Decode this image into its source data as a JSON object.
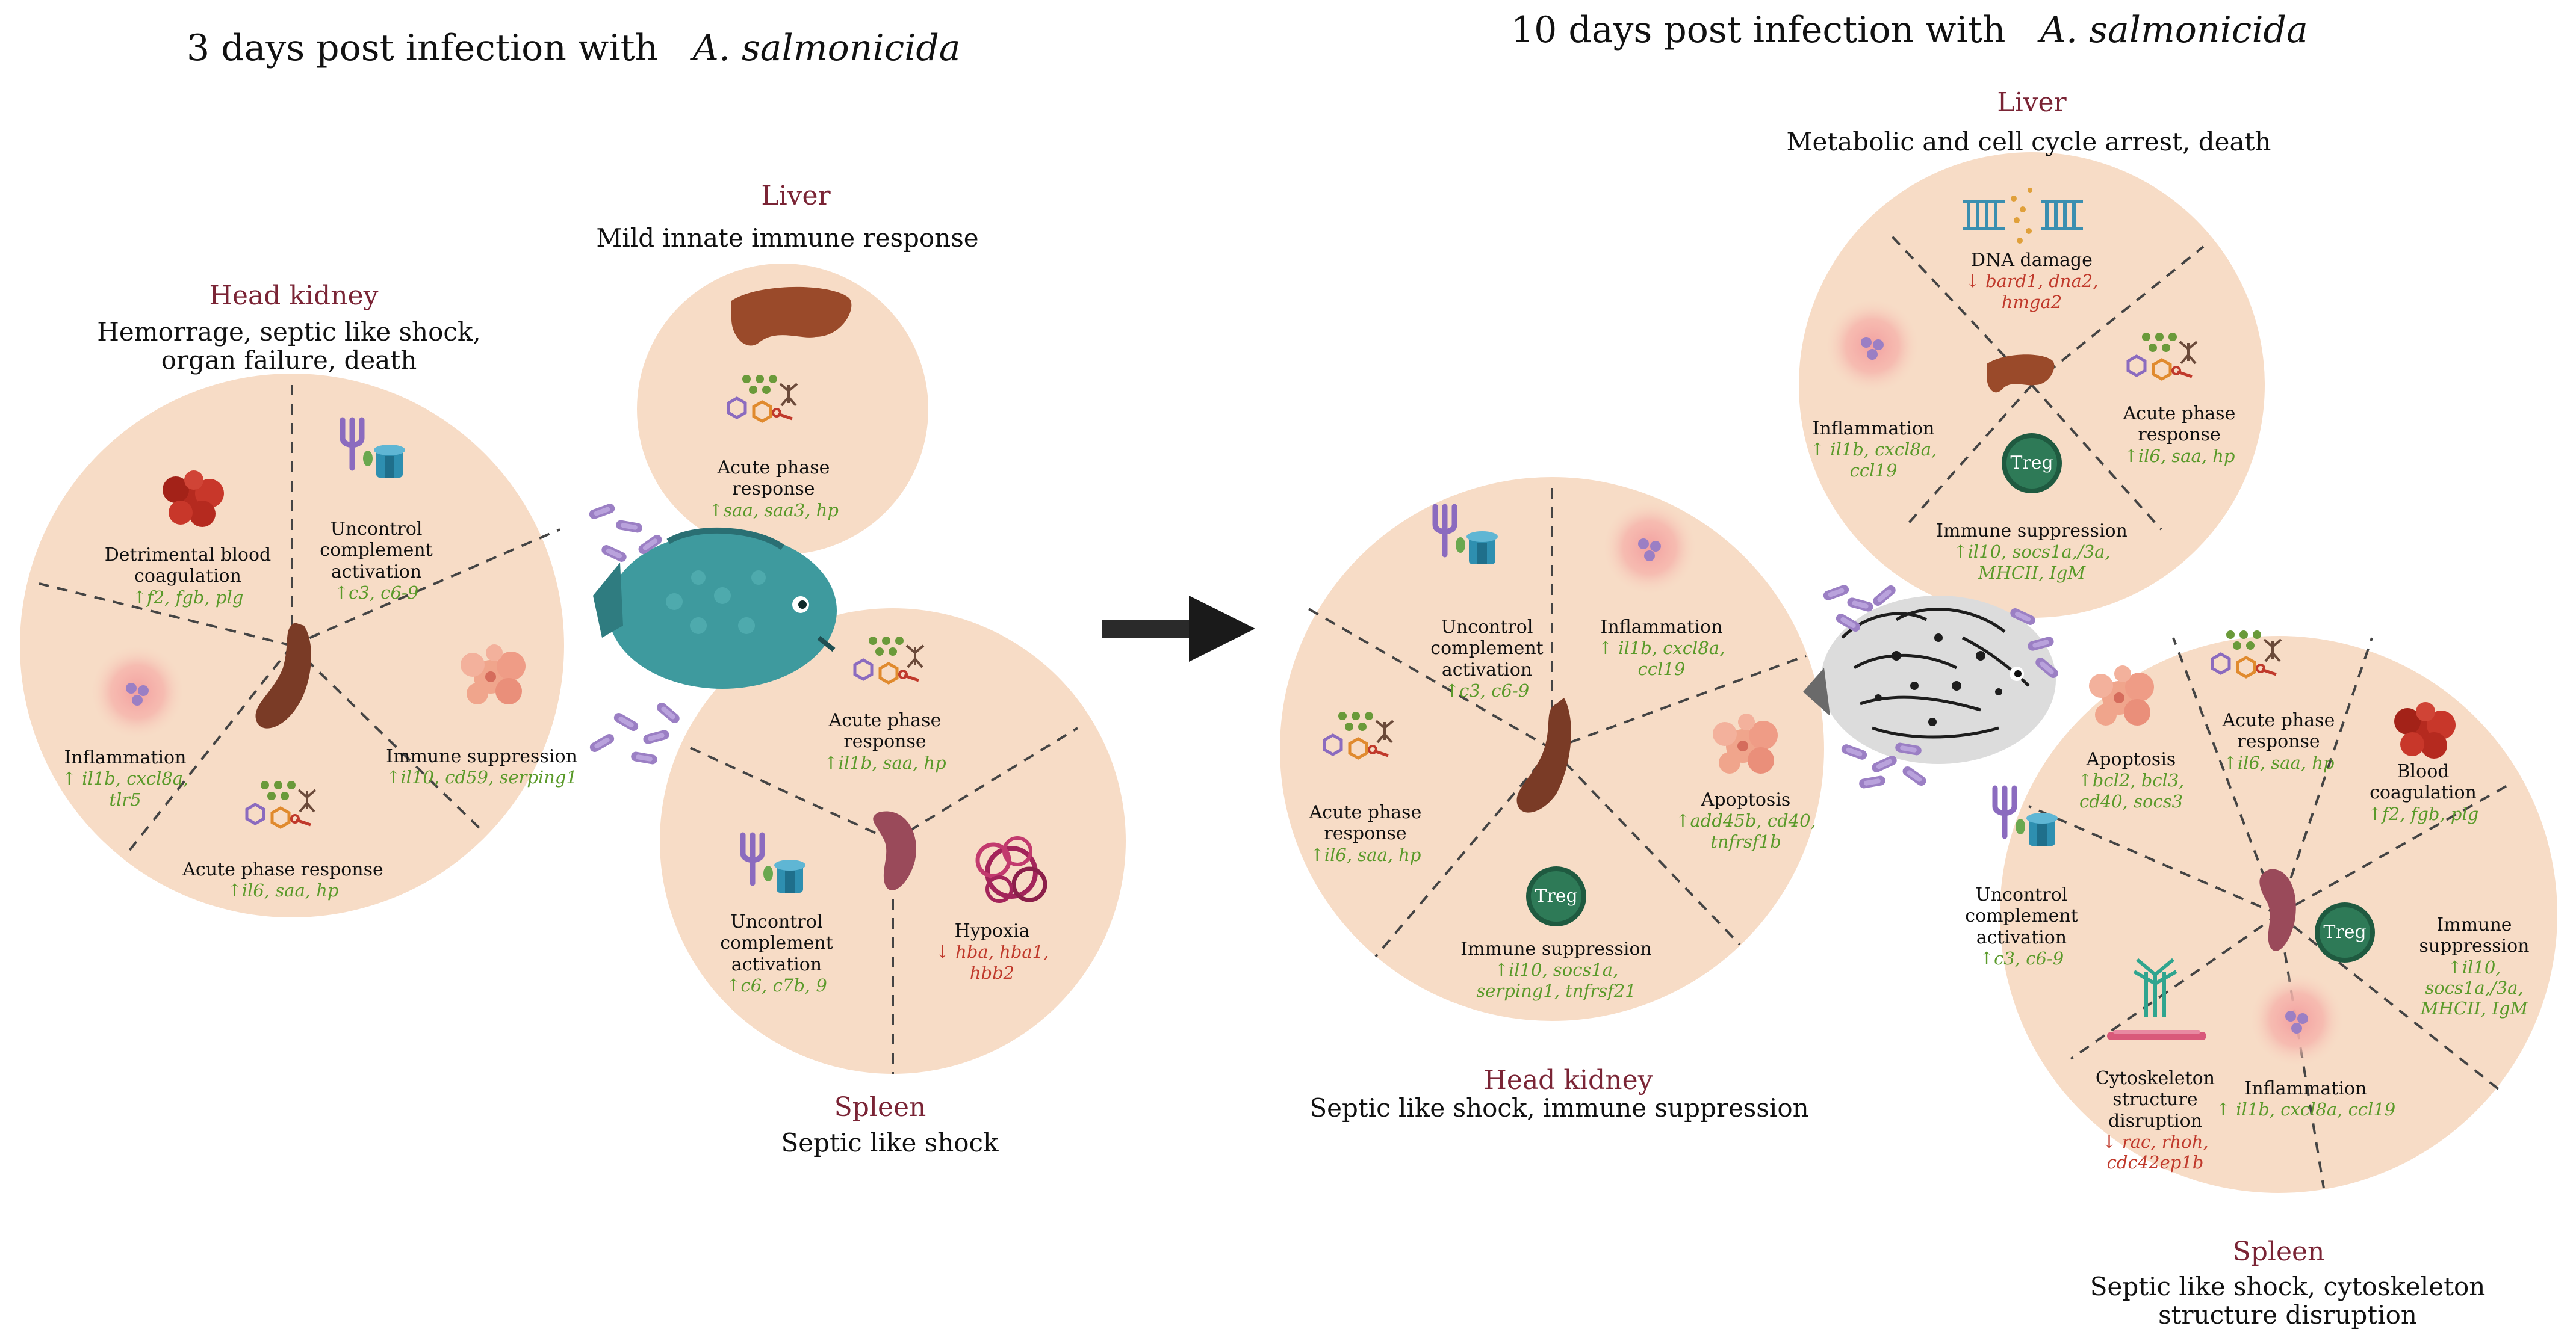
{
  "left_panel": {
    "title_prefix": "3 days post infection with",
    "title_species": "A. salmonicida",
    "head_kidney": {
      "name": "Head kidney",
      "description": "Hemorrage,  septic like shock, organ failure, death",
      "sectors": [
        {
          "label": "Detrimental blood coagulation",
          "genes": "↑f2, fgb, plg",
          "direction": "up"
        },
        {
          "label": "Uncontrol complement activation",
          "genes": "↑c3, c6-9",
          "direction": "up"
        },
        {
          "label": "Immune suppression",
          "genes": "↑il10, cd59, serping1",
          "direction": "up"
        },
        {
          "label": "Acute phase response",
          "genes": "↑il6, saa, hp",
          "direction": "up"
        },
        {
          "label": "Inflammation",
          "genes": "↑ il1b, cxcl8a, tlr5",
          "direction": "up"
        }
      ]
    },
    "liver": {
      "name": "Liver",
      "description": "Mild innate immune response",
      "sectors": [
        {
          "label": "Acute phase response",
          "genes": "↑saa, saa3, hp",
          "direction": "up"
        }
      ]
    },
    "spleen": {
      "name": "Spleen",
      "description": "Septic like shock",
      "sectors": [
        {
          "label": "Acute phase response",
          "genes": "↑il1b, saa, hp",
          "direction": "up"
        },
        {
          "label": "Uncontrol complement activation",
          "genes": "↑c6, c7b, 9",
          "direction": "up"
        },
        {
          "label": "Hypoxia",
          "genes": "↓ hba, hba1, hbb2",
          "direction": "down"
        }
      ]
    }
  },
  "right_panel": {
    "title_prefix": "10 days post infection with",
    "title_species": "A. salmonicida",
    "liver": {
      "name": "Liver",
      "description": "Metabolic and cell cycle arrest, death",
      "sectors": [
        {
          "label": "DNA damage",
          "genes": "↓ bard1, dna2, hmga2",
          "direction": "down"
        },
        {
          "label": "Acute phase response",
          "genes": "↑il6, saa, hp",
          "direction": "up"
        },
        {
          "label": "Immune suppression",
          "genes": "↑il10, socs1a,/3a, MHCII, IgM",
          "direction": "up"
        },
        {
          "label": "Inflammation",
          "genes": "↑ il1b, cxcl8a, ccl19",
          "direction": "up"
        }
      ],
      "treg": "Treg"
    },
    "head_kidney": {
      "name": "Head kidney",
      "description": "Septic like shock, immune suppression",
      "sectors": [
        {
          "label": "Uncontrol complement activation",
          "genes": "↑c3, c6-9",
          "direction": "up"
        },
        {
          "label": "Inflammation",
          "genes": "↑ il1b, cxcl8a, ccl19",
          "direction": "up"
        },
        {
          "label": "Apoptosis",
          "genes": "↑add45b, cd40, tnfrsf1b",
          "direction": "up"
        },
        {
          "label": "Immune suppression",
          "genes": "↑il10, socs1a, serping1, tnfrsf21",
          "direction": "up"
        },
        {
          "label": "Acute phase response",
          "genes": "↑il6, saa, hp",
          "direction": "up"
        }
      ],
      "treg": "Treg"
    },
    "spleen": {
      "name": "Spleen",
      "description": "Septic like shock, cytoskeleton structure disruption",
      "sectors": [
        {
          "label": "Apoptosis",
          "genes": "↑bcl2, bcl3, cd40, socs3",
          "direction": "up"
        },
        {
          "label": "Acute phase response",
          "genes": "↑il6, saa, hp",
          "direction": "up"
        },
        {
          "label": "Blood coagulation",
          "genes": "↑f2, fgb, plg",
          "direction": "up"
        },
        {
          "label": "Immune suppression",
          "genes": "↑il10, socs1a,/3a, MHCII, IgM",
          "direction": "up"
        },
        {
          "label": "Inflammation",
          "genes": "↑ il1b, cxcl8a, ccl19",
          "direction": "up"
        },
        {
          "label": "Cytoskeleton structure disruption",
          "genes": "↓ rac, rhoh, cdc42ep1b",
          "direction": "down"
        },
        {
          "label": "Uncontrol complement activation",
          "genes": "↑c3, c6-9",
          "direction": "up"
        }
      ],
      "treg": "Treg"
    }
  },
  "colors": {
    "circle_fill": "#f7dcc6",
    "organ_title": "#7a2435",
    "gene_up": "#5a9a2a",
    "gene_down": "#c0392b",
    "treg": "#2e6b4f",
    "organ_brown": "#7a3b26",
    "bacteria": "#9b7fc4",
    "fish_teal": "#3e9a9e",
    "arrow": "#1a1a1a"
  },
  "icons": [
    "fish-icon",
    "spotted-fish-icon",
    "kidney-icon",
    "liver-icon",
    "spleen-icon",
    "bacteria-icon",
    "arrow-icon",
    "treg-cell-icon",
    "blood-clot-icon",
    "complement-icon",
    "apoptosis-icon",
    "acute-phase-icon",
    "inflammation-icon",
    "hypoxia-icon",
    "dna-icon",
    "cytoskeleton-icon"
  ]
}
